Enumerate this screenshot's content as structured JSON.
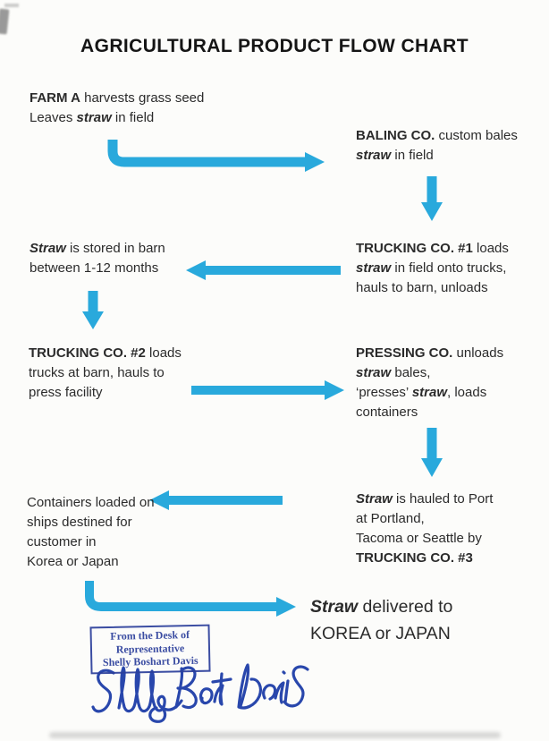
{
  "page": {
    "title": "AGRICULTURAL PRODUCT FLOW CHART",
    "accent_color": "#29a9dc",
    "stamp_color": "#2b3f9b",
    "ink_color": "#2947ac",
    "paper_color": "#fcfcfa"
  },
  "blocks": {
    "farm": {
      "lines": [
        [
          {
            "t": "FARM A",
            "b": true
          },
          {
            "t": " harvests grass seed"
          }
        ],
        [
          {
            "t": "Leaves "
          },
          {
            "t": "straw",
            "b": true,
            "i": true
          },
          {
            "t": " in field"
          }
        ]
      ]
    },
    "baling": {
      "lines": [
        [
          {
            "t": "BALING CO.",
            "b": true
          },
          {
            "t": " custom bales"
          }
        ],
        [
          {
            "t": "straw",
            "b": true,
            "i": true
          },
          {
            "t": " in field"
          }
        ]
      ]
    },
    "stored": {
      "lines": [
        [
          {
            "t": "Straw",
            "b": true,
            "i": true
          },
          {
            "t": " is stored in barn"
          }
        ],
        [
          {
            "t": "between 1-12 months"
          }
        ]
      ]
    },
    "trucking1": {
      "lines": [
        [
          {
            "t": "TRUCKING CO. #1",
            "b": true
          },
          {
            "t": " loads"
          }
        ],
        [
          {
            "t": "straw",
            "b": true,
            "i": true
          },
          {
            "t": " in field onto trucks,"
          }
        ],
        [
          {
            "t": "hauls to barn, unloads"
          }
        ]
      ]
    },
    "trucking2": {
      "lines": [
        [
          {
            "t": "TRUCKING CO. #2",
            "b": true
          },
          {
            "t": " loads"
          }
        ],
        [
          {
            "t": "trucks at barn, hauls to"
          }
        ],
        [
          {
            "t": "press facility"
          }
        ]
      ]
    },
    "pressing": {
      "lines": [
        [
          {
            "t": "PRESSING CO.",
            "b": true
          },
          {
            "t": " unloads"
          }
        ],
        [
          {
            "t": "straw",
            "b": true,
            "i": true
          },
          {
            "t": " bales,"
          }
        ],
        [
          {
            "t": "‘presses’ "
          },
          {
            "t": "straw",
            "b": true,
            "i": true
          },
          {
            "t": ", loads"
          }
        ],
        [
          {
            "t": "containers"
          }
        ]
      ]
    },
    "hauled": {
      "lines": [
        [
          {
            "t": "Straw",
            "b": true,
            "i": true
          },
          {
            "t": " is hauled to Port"
          }
        ],
        [
          {
            "t": "at Portland,"
          }
        ],
        [
          {
            "t": "Tacoma or Seattle by"
          }
        ],
        [
          {
            "t": "TRUCKING CO. #3",
            "b": true
          }
        ]
      ]
    },
    "containers": {
      "lines": [
        [
          {
            "t": "Containers loaded on"
          }
        ],
        [
          {
            "t": "ships destined for"
          }
        ],
        [
          {
            "t": "customer in"
          }
        ],
        [
          {
            "t": "Korea or Japan"
          }
        ]
      ]
    },
    "delivered": {
      "lines": [
        [
          {
            "t": "Straw",
            "b": true,
            "i": true
          },
          {
            "t": " delivered to"
          }
        ],
        [
          {
            "t": "KOREA or JAPAN"
          }
        ]
      ]
    }
  },
  "flow": {
    "arrows": [
      {
        "name": "farm-to-baling",
        "from": "FARM A",
        "to": "BALING CO.",
        "shape": "elbow-down-right"
      },
      {
        "name": "baling-to-trucking1",
        "from": "BALING CO.",
        "to": "TRUCKING CO. #1",
        "shape": "down"
      },
      {
        "name": "trucking1-to-storage",
        "from": "TRUCKING CO. #1",
        "to": "Straw stored in barn",
        "shape": "left"
      },
      {
        "name": "storage-to-trucking2",
        "from": "Straw stored in barn",
        "to": "TRUCKING CO. #2",
        "shape": "down"
      },
      {
        "name": "trucking2-to-pressing",
        "from": "TRUCKING CO. #2",
        "to": "PRESSING CO.",
        "shape": "right"
      },
      {
        "name": "pressing-to-port",
        "from": "PRESSING CO.",
        "to": "Straw hauled to Port",
        "shape": "down"
      },
      {
        "name": "port-to-containers",
        "from": "Straw hauled to Port",
        "to": "Containers loaded on ships",
        "shape": "left"
      },
      {
        "name": "containers-to-delivery",
        "from": "Containers loaded on ships",
        "to": "Straw delivered to KOREA or JAPAN",
        "shape": "elbow-down-right"
      }
    ]
  },
  "stamp": {
    "lines": [
      "From the Desk of",
      "Representative",
      "Shelly Boshart Davis"
    ]
  },
  "signature": {
    "reads": "Shelly Boshart Davis"
  }
}
